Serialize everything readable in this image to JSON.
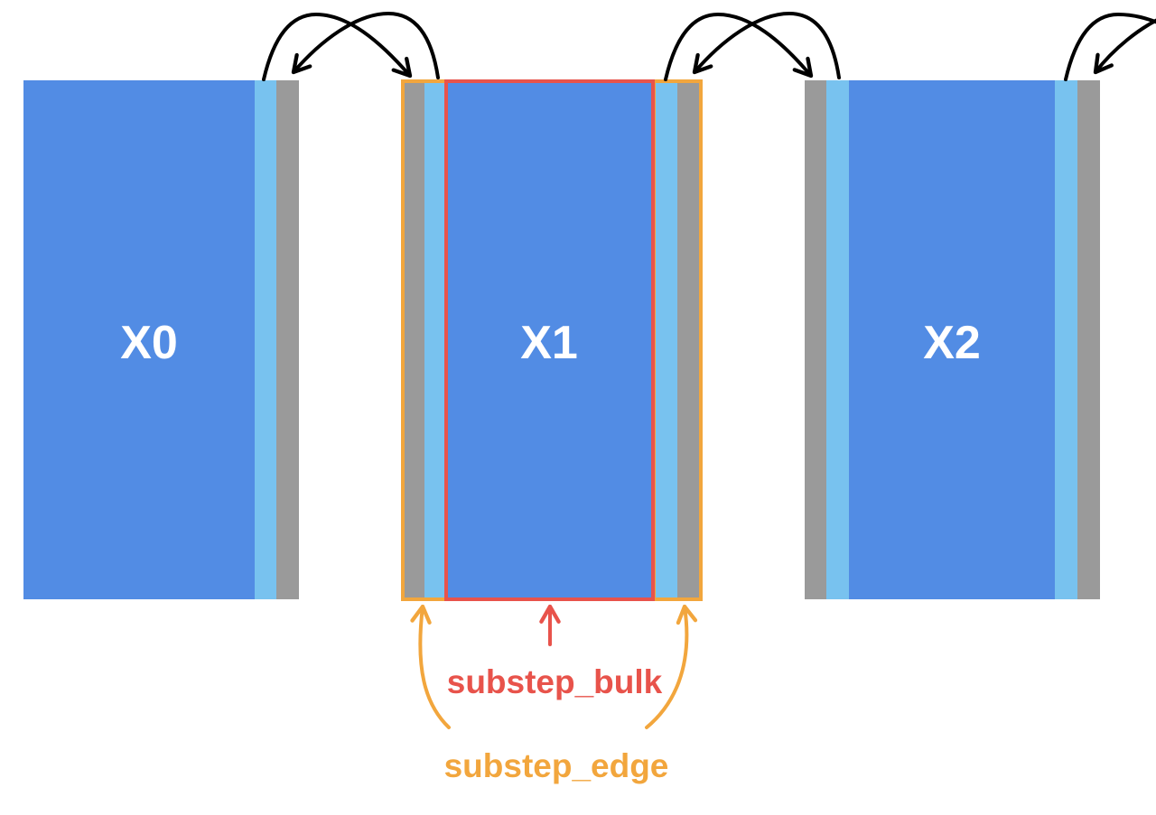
{
  "blocks": [
    {
      "label": "X0"
    },
    {
      "label": "X1"
    },
    {
      "label": "X2"
    }
  ],
  "annotations": {
    "bulk": "substep_bulk",
    "edge": "substep_edge"
  },
  "colors": {
    "interior": "#528ce4",
    "owned_halo_edge": "#78c2ef",
    "ghost_cells": "#9a9a9a",
    "bulk_highlight": "#e8534b",
    "edge_highlight": "#f2a63d",
    "exchange_arrows": "#000000"
  }
}
